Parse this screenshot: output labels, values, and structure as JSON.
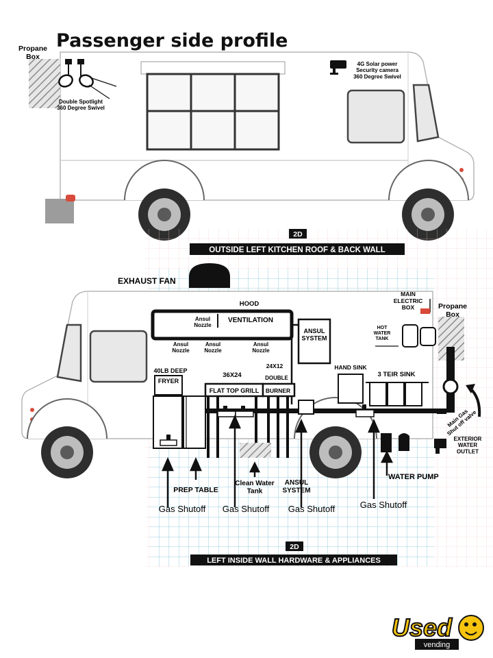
{
  "title": "Passenger side profile",
  "top_view": {
    "propane_box": "Propane\nBox",
    "spotlight": "Double Spotlight\n360 Degree Swivel",
    "camera": "4G Solar power\nSecurity camera\n360 Degree Swivel"
  },
  "section_2d_label_top": "2D",
  "section_top_title": "OUTSIDE LEFT KITCHEN ROOF & BACK WALL",
  "section_2d_label_bottom": "2D",
  "section_bottom_title": "LEFT INSIDE WALL HARDWARE & APPLIANCES",
  "labels": {
    "exhaust_fan": "EXHAUST FAN",
    "hood": "HOOD",
    "ventilation": "VENTILATION",
    "ansul_nozzle_top": "Ansul\nNozzle",
    "ansul_nozzle_1": "Ansul\nNozzle",
    "ansul_nozzle_2": "Ansul\nNozzle",
    "ansul_nozzle_3": "Ansul\nNozzle",
    "ansul_system_box": "ANSUL\nSYSTEM",
    "main_electric_box": "MAIN\nELECTRIC\nBOX",
    "hot_water_tank": "HOT\nWATER\nTANK",
    "propane_box": "Propane\nBox",
    "fryer_size": "40LB DEEP",
    "fryer": "FRYER",
    "grill_size": "36X24",
    "flat_top_grill": "FLAT TOP GRILL",
    "burner_size": "24X12",
    "burner_double": "DOUBLE",
    "burner": "BURNER",
    "hand_sink": "HAND SINK",
    "three_tier_sink": "3 TEIR SINK",
    "main_gas_shutoff": "Main Gas\nShut off valve",
    "exterior_water_outlet": "EXTERIOR\nWATER\nOUTLET",
    "prep_table": "PREP TABLE",
    "clean_water_tank": "Clean Water\nTank",
    "ansul_system": "ANSUL\nSYSTEM",
    "water_pump": "WATER PUMP",
    "gas_shutoff_1": "Gas Shutoff",
    "gas_shutoff_2": "Gas Shutoff",
    "gas_shutoff_3": "Gas Shutoff",
    "gas_shutoff_4": "Gas Shutoff"
  },
  "logo": {
    "brand": "Used",
    "sub": "vending"
  },
  "colors": {
    "grid": "#7ec8e3",
    "grid_faint": "#f3c9c9",
    "ink": "#111111",
    "logo_yellow": "#f6c40f"
  }
}
